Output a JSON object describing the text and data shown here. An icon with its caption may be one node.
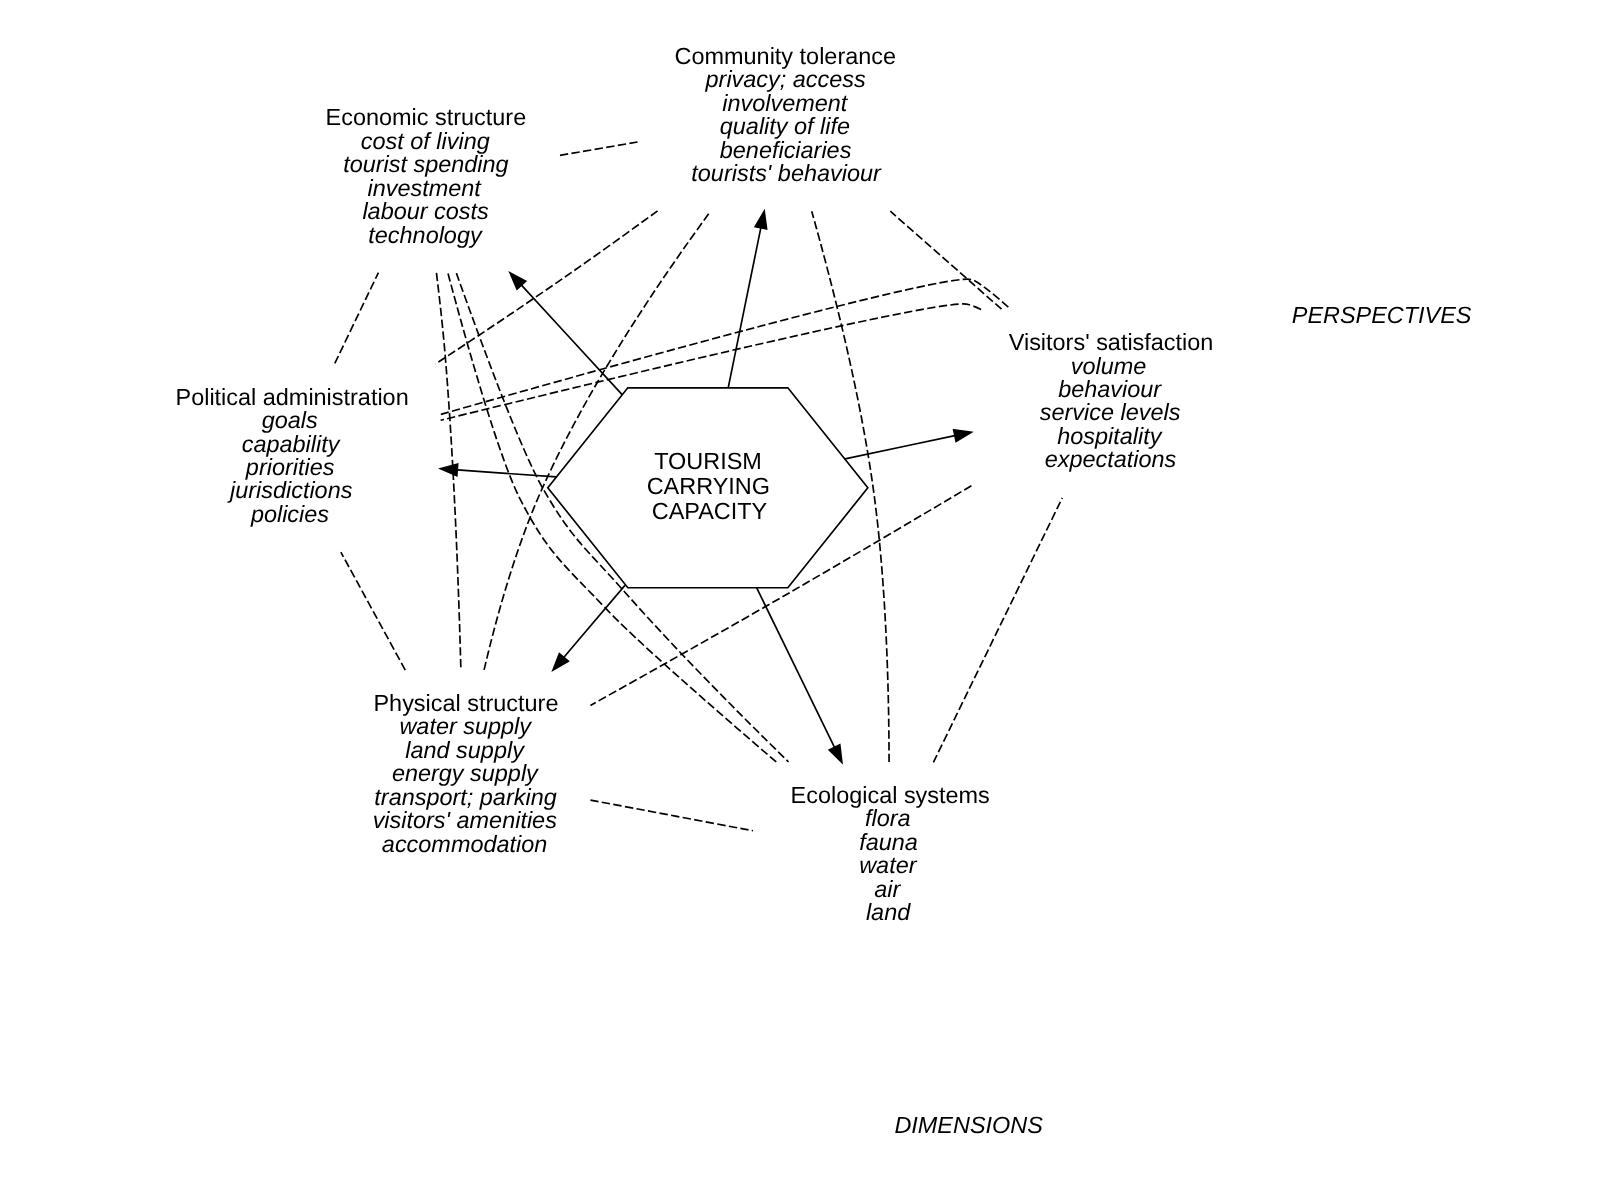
{
  "diagram": {
    "nodes": [
      {
        "text": [
          "Ecological systems",
          "flora",
          "fauna",
          "water",
          "air",
          "land"
        ]
      },
      {
        "text": [
          "Visitors' satisfaction",
          "volume",
          "behaviour",
          "service levels",
          "hospitality",
          "expectations"
        ]
      },
      {
        "text": [
          "Physical structure",
          "water supply",
          "land supply",
          "energy supply",
          "transport; parking",
          "visitors' amenities",
          "accommodation"
        ]
      },
      {
        "text": [
          "Community tolerance",
          "privacy; access",
          "involvement",
          "quality of life",
          "beneficiaries",
          "tourists' behaviour"
        ]
      },
      {
        "text": [
          "TOURISM CARRYING CAPACITY"
        ]
      },
      {
        "text": [
          "Economic structure",
          "cost of living",
          "tourist spending",
          "investment",
          "labour costs",
          "technology"
        ]
      },
      {
        "text": [
          "Political administration",
          "goals",
          "capability",
          "priorities",
          "jurisdictions",
          "policies"
        ]
      }
    ],
    "edges": [
      {
        "from": 4,
        "to": 0,
        "arrow": "to"
      },
      {
        "from": 4,
        "to": 1,
        "arrow": "to"
      },
      {
        "from": 4,
        "to": 2,
        "arrow": "to"
      },
      {
        "from": 4,
        "to": 3,
        "arrow": "to"
      },
      {
        "from": 4,
        "to": 5,
        "arrow": "to"
      },
      {
        "from": 4,
        "to": 6,
        "arrow": "to"
      },
      {
        "from": 0,
        "to": 1,
        "arrow": "none",
        "style": "dashed"
      },
      {
        "from": 1,
        "to": 3,
        "arrow": "none",
        "style": "dashed"
      },
      {
        "from": 3,
        "to": 6,
        "arrow": "none",
        "style": "dashed"
      },
      {
        "from": 6,
        "to": 5,
        "arrow": "none",
        "style": "dashed"
      },
      {
        "from": 5,
        "to": 2,
        "arrow": "none",
        "style": "dashed"
      },
      {
        "from": 2,
        "to": 0,
        "arrow": "none",
        "style": "dashed"
      },
      {
        "from": 0,
        "to": 3,
        "arrow": "none",
        "style": "dashed"
      },
      {
        "from": 3,
        "to": 5,
        "arrow": "none",
        "style": "dashed"
      },
      {
        "from": 5,
        "to": 0,
        "arrow": "none",
        "style": "dashed"
      },
      {
        "from": 1,
        "to": 2,
        "arrow": "none",
        "style": "dashed"
      },
      {
        "from": 2,
        "to": 6,
        "arrow": "none",
        "style": "dashed"
      },
      {
        "from": 6,
        "to": 1,
        "arrow": "none",
        "style": "dashed"
      },
      {
        "from": 0,
        "to": 5,
        "arrow": "none",
        "style": "dashed"
      },
      {
        "from": 1,
        "to": 6,
        "arrow": "none",
        "style": "dashed"
      },
      {
        "from": 2,
        "to": 3,
        "arrow": "none",
        "style": "dashed"
      }
    ],
    "labels": [
      "DIMENSIONS",
      "PERSPECTIVES"
    ]
  }
}
